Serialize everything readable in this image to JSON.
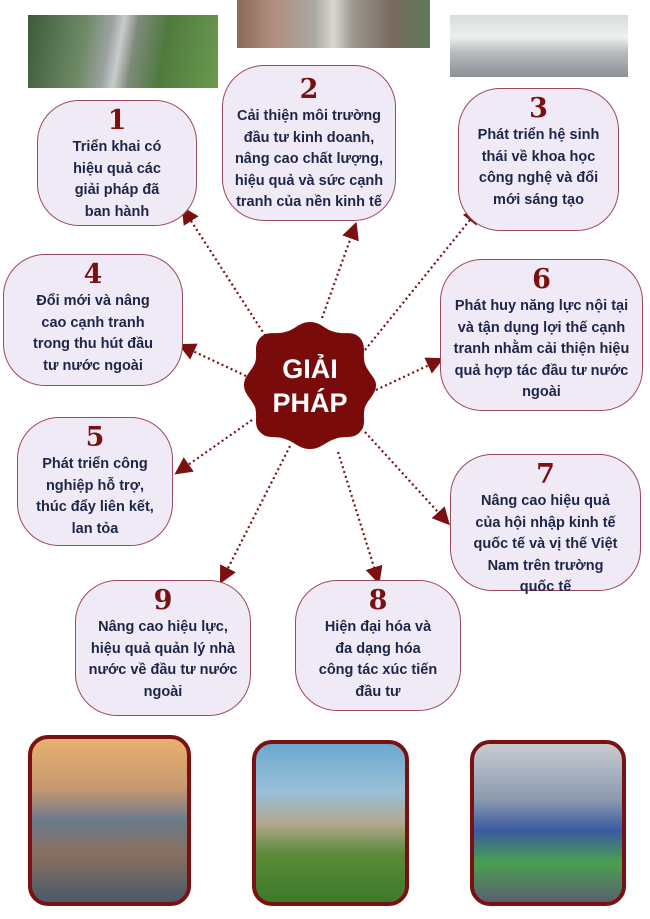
{
  "center": {
    "line1": "GIẢI",
    "line2": "PHÁP"
  },
  "solutions": [
    {
      "number": "1",
      "text": "Triển khai có hiệu quả các giải pháp đã ban hành"
    },
    {
      "number": "2",
      "text": "Cải thiện môi trường đầu tư kinh doanh, nâng cao chất lượng, hiệu quả và sức cạnh tranh của nền kinh tế"
    },
    {
      "number": "3",
      "text": "Phát triển hệ sinh thái về khoa học công nghệ và đổi mới sáng tạo"
    },
    {
      "number": "4",
      "text": "Đổi mới và nâng cao cạnh tranh trong thu hút đầu tư nước ngoài"
    },
    {
      "number": "5",
      "text": "Phát triển công nghiệp hỗ trợ, thúc đẩy liên kết, lan tỏa"
    },
    {
      "number": "6",
      "text": "Phát huy năng lực nội tại và tận dụng lợi thế cạnh tranh nhằm cải thiện hiệu quả hợp tác đầu tư nước ngoài"
    },
    {
      "number": "7",
      "text": "Nâng cao hiệu quả của hội nhập kinh tế quốc tế và vị thế Việt Nam trên trường quốc tế"
    },
    {
      "number": "8",
      "text": "Hiện đại hóa và đa dạng hóa công tác xúc tiến đầu tư"
    },
    {
      "number": "9",
      "text": "Nâng cao hiệu lực, hiệu quả quản lý nhà nước về đầu tư nước ngoài"
    }
  ],
  "colors": {
    "accent": "#7a1010",
    "box_bg": "#efeaf6",
    "text": "#1c2648"
  }
}
